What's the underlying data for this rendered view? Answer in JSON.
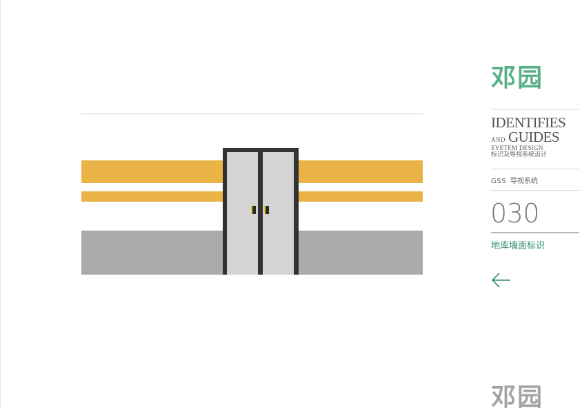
{
  "brand": {
    "logo_text": "邓园",
    "logo_color": "#58b08b",
    "logo_bottom_color": "#a3a3a3"
  },
  "identity": {
    "line1": "IDENTIFIES",
    "line2_prefix": "AND",
    "line2_main": "GUIDES",
    "line3": "EYETEM DESIGN",
    "line4": "标识及导视系统设计"
  },
  "section": {
    "code": "GSS",
    "label": "导视系统"
  },
  "page": {
    "number": "030",
    "subtitle": "地库墙面标识"
  },
  "navigation": {
    "back_icon": "arrow-left-icon"
  },
  "illustration": {
    "stripe_color": "#e9b346",
    "floor_color": "#ababab",
    "door_frame_color": "#333333",
    "door_leaf_color": "#d4d4d4",
    "handle_accent_color": "#e1d22a"
  }
}
